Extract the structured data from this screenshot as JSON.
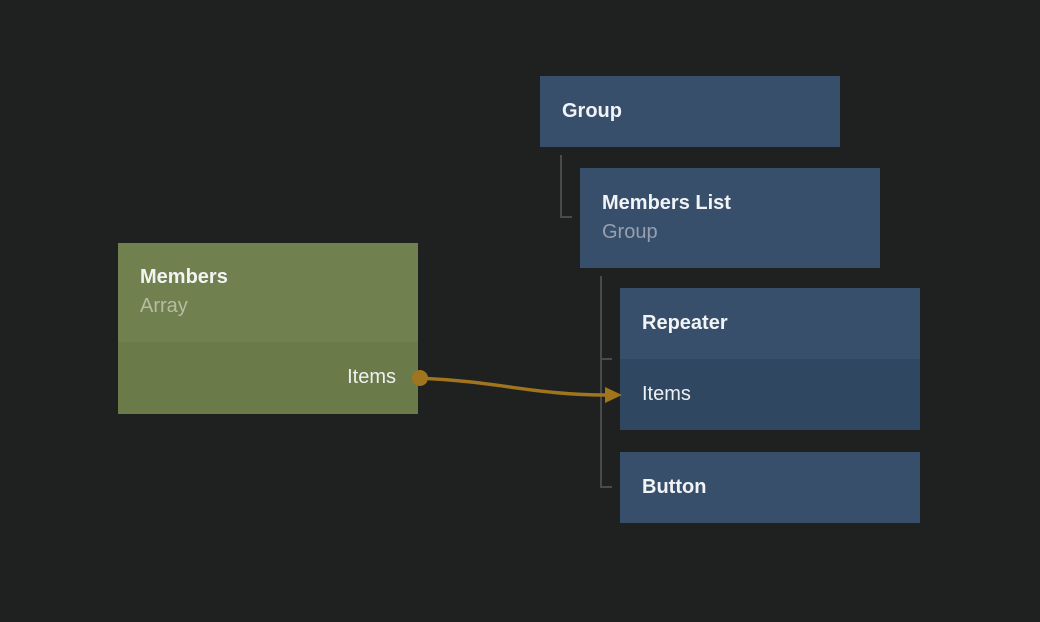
{
  "diagram": {
    "background_color": "#1f2020",
    "tree_line_color": "#4a4a4a",
    "wire_color": "#a0751e",
    "nodes": {
      "group": {
        "title": "Group"
      },
      "members_list": {
        "title": "Members List",
        "subtitle": "Group"
      },
      "repeater": {
        "title": "Repeater",
        "items_port": "Items"
      },
      "button": {
        "title": "Button"
      },
      "members": {
        "title": "Members",
        "subtitle": "Array",
        "items_port": "Items"
      }
    },
    "connection": {
      "from": "Members Items port",
      "to": "Repeater Items port"
    },
    "colors": {
      "node_blue_header": "#384f6b",
      "node_blue_row": "#2f4760",
      "node_green_header": "#71804f",
      "node_green_row": "#6a7b49",
      "title_text": "#f1f3f5",
      "subtitle_text_blue": "#96a0ae",
      "subtitle_text_green": "#b5bca1"
    }
  }
}
